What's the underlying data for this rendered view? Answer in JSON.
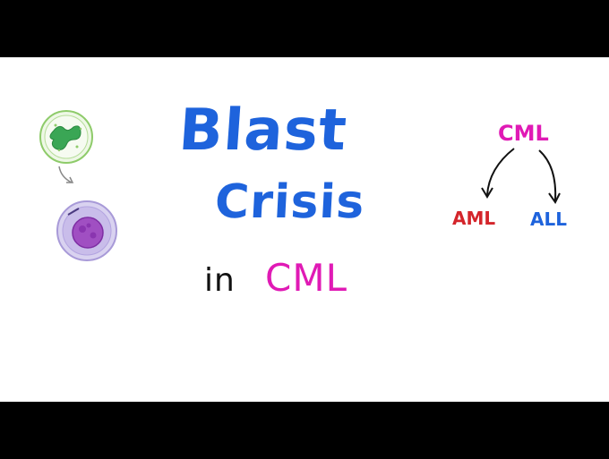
{
  "title": {
    "line1": "Blast",
    "line2": "Crisis",
    "prefix": "in",
    "subject": "CML"
  },
  "diagram": {
    "source": "CML",
    "target_left": "AML",
    "target_right": "ALL"
  },
  "illustration": {
    "top_cell": "granulocyte-icon",
    "arrow": "down-arrow-icon",
    "bottom_cell": "blast-cell-icon"
  },
  "colors": {
    "title_blue": "#1e63dc",
    "magenta": "#e01ab5",
    "aml_red": "#d4252b",
    "all_blue": "#1e63dc",
    "ink": "#111111"
  }
}
